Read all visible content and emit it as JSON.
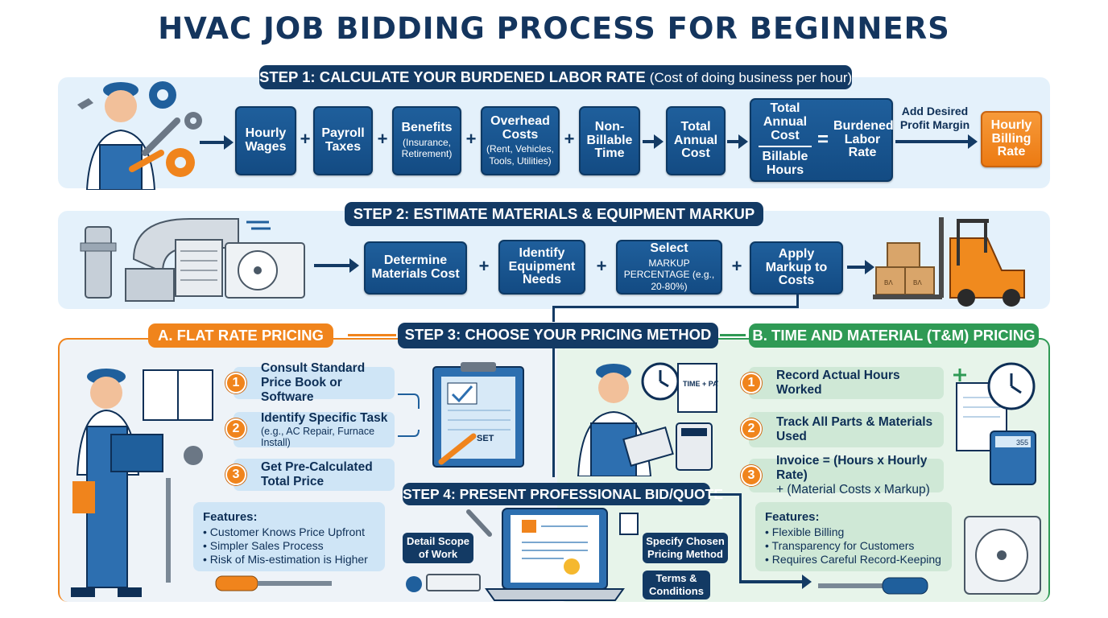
{
  "title": "HVAC JOB BIDDING PROCESS FOR BEGINNERS",
  "step1": {
    "heading_main": "STEP 1: CALCULATE YOUR BURDENED LABOR RATE",
    "heading_sub": "(Cost of doing business per hour)",
    "boxes": [
      {
        "title": "Hourly Wages",
        "sub": ""
      },
      {
        "title": "Payroll Taxes",
        "sub": ""
      },
      {
        "title": "Benefits",
        "sub": "(Insurance, Retirement)"
      },
      {
        "title": "Overhead Costs",
        "sub": "(Rent, Vehicles, Tools, Utilities)"
      },
      {
        "title": "Non-Billable Time",
        "sub": ""
      },
      {
        "title": "Total Annual Cost",
        "sub": ""
      }
    ],
    "operators": [
      "+",
      "+",
      "+",
      "+"
    ],
    "fraction_top": "Total Annual Cost",
    "fraction_bottom": "Billable Hours",
    "equals": "=",
    "result": "Burdened Labor Rate",
    "margin_label": "Add Desired Profit Margin",
    "final": "Hourly Billing Rate"
  },
  "step2": {
    "heading": "STEP 2: ESTIMATE MATERIALS & EQUIPMENT MARKUP",
    "boxes": [
      {
        "title": "Determine Materials Cost",
        "sub": ""
      },
      {
        "title": "Identify Equipment Needs",
        "sub": ""
      },
      {
        "title": "Select",
        "sub": "MARKUP PERCENTAGE (e.g., 20-80%)"
      },
      {
        "title": "Apply Markup to Costs",
        "sub": ""
      }
    ],
    "operators": [
      "+",
      "+",
      "+"
    ],
    "box_labels": [
      "BΛ",
      "ΒΛ"
    ]
  },
  "step3": {
    "heading": "STEP 3: CHOOSE YOUR PRICING METHOD"
  },
  "flat": {
    "heading": "A. FLAT RATE PRICING",
    "items": [
      {
        "num": "1",
        "text": "Consult Standard Price Book or Software",
        "sub": ""
      },
      {
        "num": "2",
        "text": "Identify Specific Task",
        "sub": "(e.g., AC Repair, Furnace Install)"
      },
      {
        "num": "3",
        "text": "Get Pre-Calculated Total Price",
        "sub": ""
      }
    ],
    "clipboard_label": "SET",
    "features_title": "Features:",
    "features": [
      "Customer Knows Price Upfront",
      "Simpler Sales Process",
      "Risk of Mis-estimation is Higher"
    ]
  },
  "tm": {
    "heading": "B. TIME AND MATERIAL (T&M) PRICING",
    "items": [
      {
        "num": "1",
        "text": "Record Actual Hours Worked",
        "sub": ""
      },
      {
        "num": "2",
        "text": "Track All Parts & Materials Used",
        "sub": ""
      },
      {
        "num": "3",
        "text": "Invoice = (Hours x Hourly Rate)",
        "sub": "+ (Material Costs x Markup)"
      }
    ],
    "time_card": "TIME + PATS",
    "calc_display": "355",
    "features_title": "Features:",
    "features": [
      "Flexible Billing",
      "Transparency for Customers",
      "Requires Careful Record-Keeping"
    ]
  },
  "step4": {
    "heading": "STEP 4: PRESENT PROFESSIONAL BID/QUOTE",
    "labels": [
      "Detail Scope of Work",
      "Specify Chosen Pricing Method",
      "Terms & Conditions"
    ]
  },
  "colors": {
    "navy": "#133a64",
    "orange": "#f0841c",
    "green": "#2f9a55",
    "step1_bg": "#e4f1fb",
    "flat_bg": "#eef3f8",
    "tm_bg": "#e7f4ea"
  }
}
